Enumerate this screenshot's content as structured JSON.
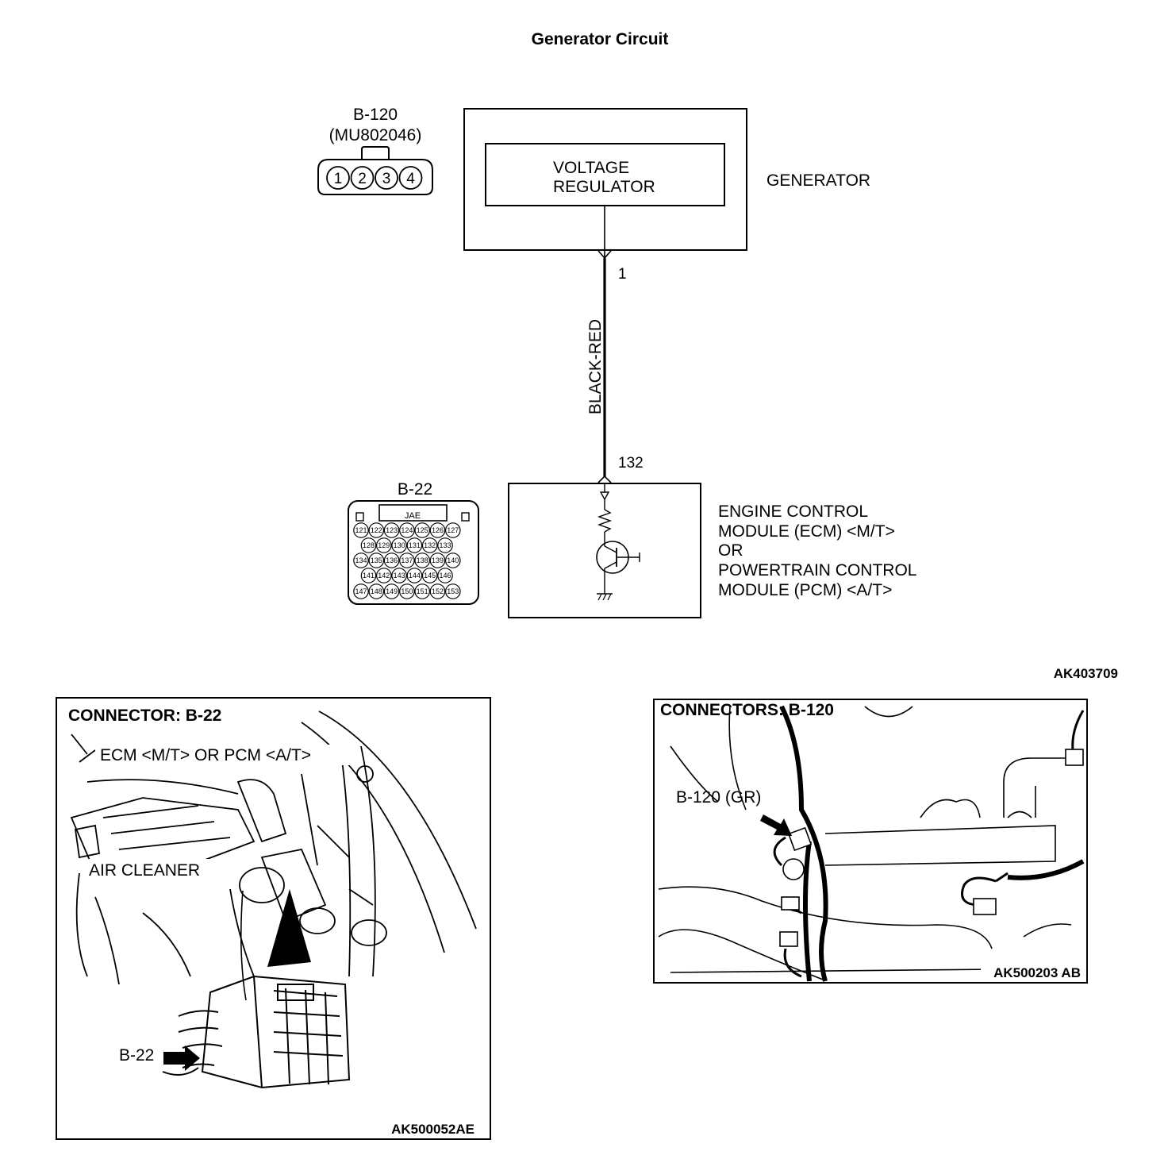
{
  "title": "Generator Circuit",
  "connector_b120": {
    "name": "B-120",
    "part_number": "(MU802046)",
    "pins": [
      "1",
      "2",
      "3",
      "4"
    ]
  },
  "generator": {
    "label": "GENERATOR",
    "regulator_line1": "VOLTAGE",
    "regulator_line2": "REGULATOR"
  },
  "wire": {
    "color": "BLACK-RED",
    "pin_top": "1",
    "pin_bottom": "132"
  },
  "connector_b22": {
    "name": "B-22",
    "maker": "JAE",
    "rows": [
      [
        "121",
        "122",
        "123",
        "124",
        "125",
        "126",
        "127"
      ],
      [
        "128",
        "129",
        "130",
        "131",
        "132",
        "133"
      ],
      [
        "134",
        "135",
        "136",
        "137",
        "138",
        "139",
        "140"
      ],
      [
        "141",
        "142",
        "143",
        "144",
        "145",
        "146"
      ],
      [
        "147",
        "148",
        "149",
        "150",
        "151",
        "152",
        "153"
      ]
    ]
  },
  "ecm": {
    "line1": "ENGINE CONTROL",
    "line2": "MODULE (ECM) <M/T>",
    "line3": "OR",
    "line4": "POWERTRAIN CONTROL",
    "line5": "MODULE (PCM) <A/T>"
  },
  "figure_id": "AK403709",
  "panel_left": {
    "heading": "CONNECTOR: B-22",
    "callout_ecm": "ECM <M/T> OR PCM <A/T>",
    "callout_air": "AIR CLEANER",
    "callout_conn": "B-22",
    "figure_id": "AK500052AE"
  },
  "panel_right": {
    "heading": "CONNECTORS: B-120",
    "callout_conn": "B-120 (GR)",
    "figure_id": "AK500203 AB"
  }
}
